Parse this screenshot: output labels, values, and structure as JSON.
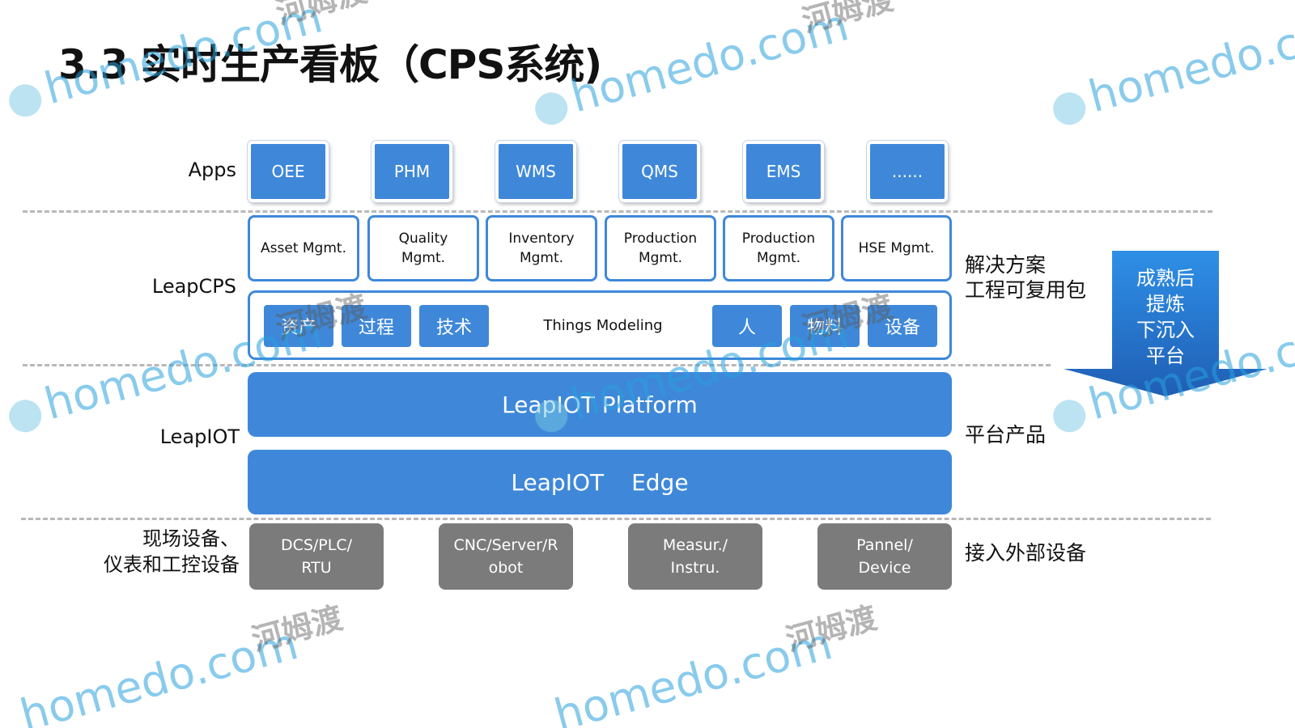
{
  "title": "3.3 实时生产看板（CPS系统)",
  "rows": {
    "apps": "Apps",
    "leapcps": "LeapCPS",
    "leapiot": "LeapIOT",
    "devices": "现场设备、\n仪表和工控设备"
  },
  "apps": [
    "OEE",
    "PHM",
    "WMS",
    "QMS",
    "EMS",
    "......"
  ],
  "solutions": [
    "Asset Mgmt.",
    "Quality\nMgmt.",
    "Inventory\nMgmt.",
    "Production\nMgmt.",
    "Production\nMgmt.",
    "HSE Mgmt."
  ],
  "modeling": {
    "left_chips": [
      "资产",
      "过程",
      "技术"
    ],
    "center": "Things Modeling",
    "right_chips": [
      "人",
      "物料",
      "设备"
    ]
  },
  "platform": {
    "top": "LeapIOT Platform",
    "edge_a": "LeapIOT",
    "edge_b": "Edge"
  },
  "devices": [
    "DCS/PLC/\nRTU",
    "CNC/Server/R\nobot",
    "Measur./\nInstru.",
    "Pannel/\nDevice"
  ],
  "side_labels": {
    "solutions": "解决方案\n工程可复用包",
    "platform": "平台产品",
    "devices": "接入外部设备"
  },
  "arrow_text": "成熟后\n提炼\n下沉入\n平台",
  "watermark": {
    "brand": "homedo.com",
    "cn": "河姆渡"
  },
  "colors": {
    "blue": "#3f88d9",
    "gray": "#7b7b7b",
    "arrow_top": "#2f8fe6",
    "arrow_bottom": "#1f5fb5"
  }
}
